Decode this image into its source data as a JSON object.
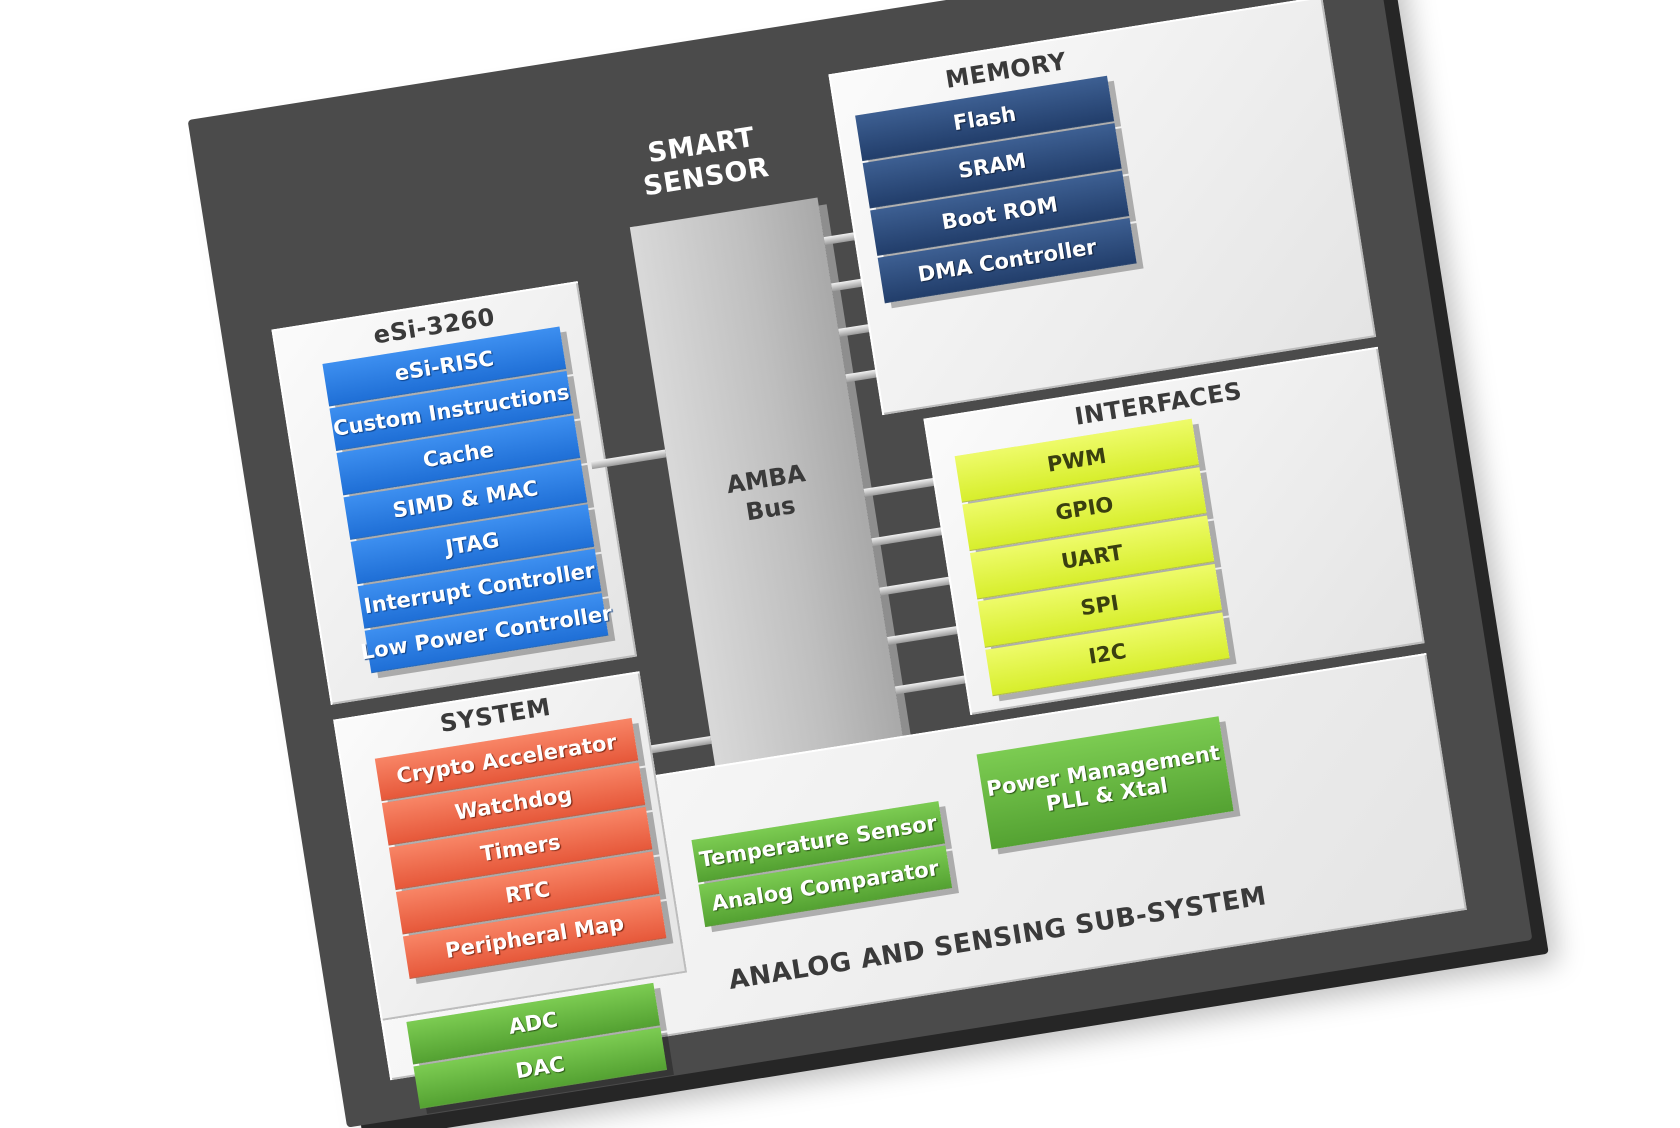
{
  "title": "SMART\nSENSOR",
  "bus": {
    "label": "AMBA\nBus"
  },
  "cpu": {
    "title": "eSi-3260",
    "items": [
      "eSi-RISC",
      "Custom Instructions",
      "Cache",
      "SIMD & MAC",
      "JTAG",
      "Interrupt Controller",
      "Low Power Controller"
    ],
    "color": "#2a7fe6"
  },
  "memory": {
    "title": "MEMORY",
    "items": [
      "Flash",
      "SRAM",
      "Boot ROM",
      "DMA Controller"
    ],
    "color": "#2f4f80"
  },
  "interfaces": {
    "title": "INTERFACES",
    "items": [
      "PWM",
      "GPIO",
      "UART",
      "SPI",
      "I2C"
    ],
    "color": "#e3f54a"
  },
  "system": {
    "title": "SYSTEM",
    "items": [
      "Crypto Accelerator",
      "Watchdog",
      "Timers",
      "RTC",
      "Peripheral Map"
    ],
    "color": "#f06e4e"
  },
  "analog": {
    "title": "ANALOG AND SENSING SUB-SYSTEM",
    "converters": [
      "ADC",
      "DAC"
    ],
    "sensors": [
      "Temperature Sensor",
      "Analog Comparator"
    ],
    "power": [
      "Power Management",
      "PLL & Xtal"
    ],
    "color": "#66b43f"
  }
}
